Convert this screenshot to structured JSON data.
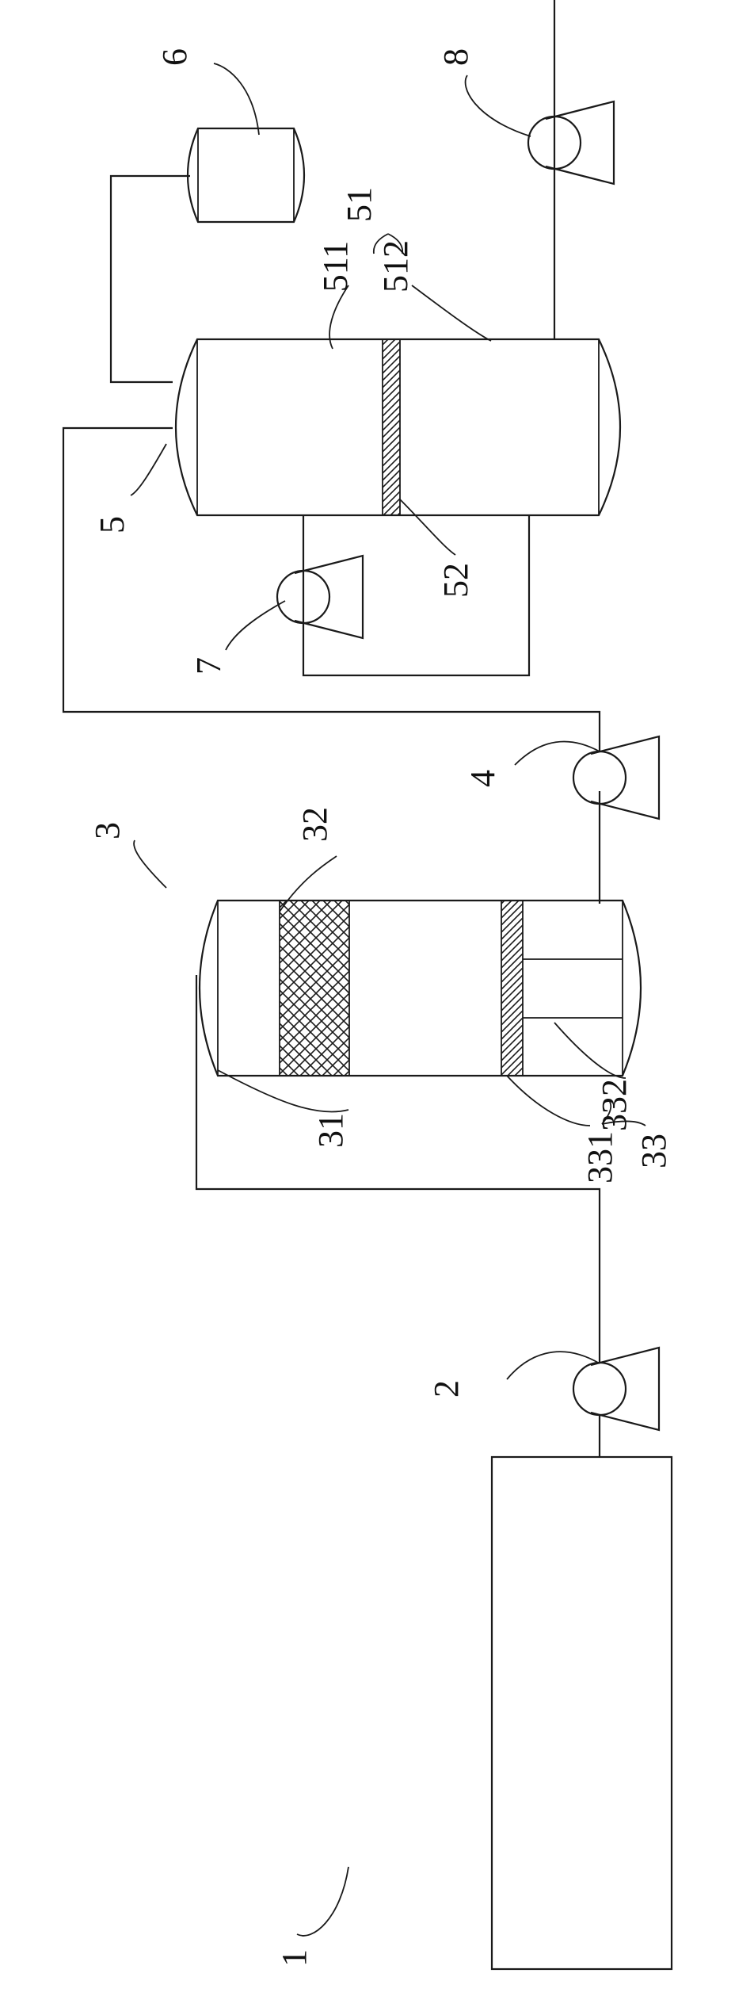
{
  "labels": {
    "l1": "1",
    "l2": "2",
    "l3": "3",
    "l31": "31",
    "l32": "32",
    "l33": "33",
    "l331": "331",
    "l332": "332",
    "l4": "4",
    "l5": "5",
    "l51": "51",
    "l511": "511",
    "l512": "512",
    "l52": "52",
    "l6": "6",
    "l7": "7",
    "l8": "8"
  },
  "colors": {
    "line": "#1a1a1a",
    "text": "#111111",
    "background": "#ffffff"
  }
}
